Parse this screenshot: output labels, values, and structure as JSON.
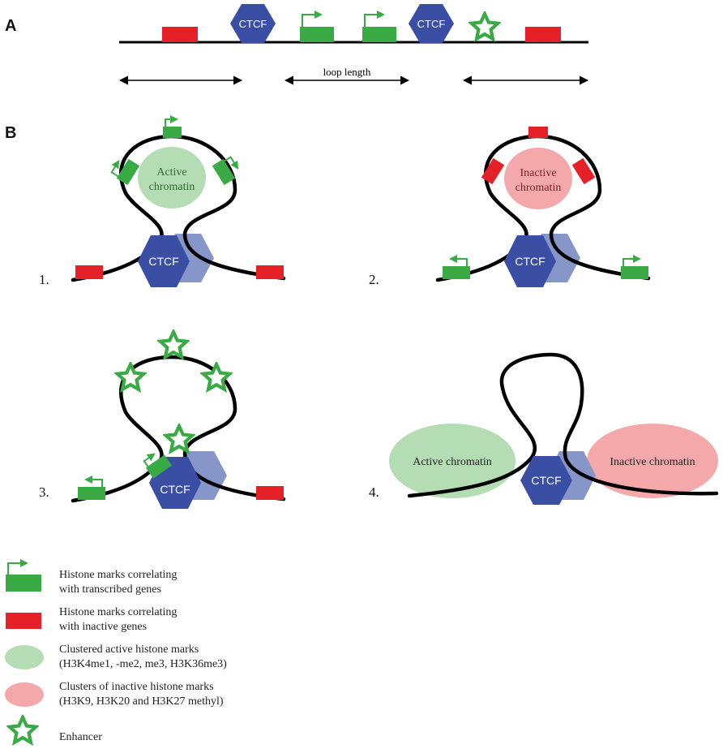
{
  "panels": {
    "a": "A",
    "b": "B"
  },
  "labels": {
    "ctcf": "CTCF",
    "loop_length": "loop length",
    "active_chromatin_l1": "Active",
    "active_chromatin_l2": "chromatin",
    "inactive_chromatin_l1": "Inactive",
    "inactive_chromatin_l2": "chromatin",
    "active_chromatin": "Active chromatin",
    "inactive_chromatin": "Inactive chromatin"
  },
  "scenarios": [
    "1.",
    "2.",
    "3.",
    "4."
  ],
  "legend": [
    {
      "line1": "Histone marks correlating",
      "line2": "with transcribed genes"
    },
    {
      "line1": "Histone marks correlating",
      "line2": "with inactive genes"
    },
    {
      "line1": "Clustered active histone marks",
      "line2": "(H3K4me1, -me2, me3, H3K36me3)"
    },
    {
      "line1": "Clusters of inactive histone marks",
      "line2": "(H3K9, H3K20 and H3K27 methyl)"
    },
    {
      "line1": "Enhancer",
      "line2": ""
    }
  ],
  "colors": {
    "ctcf_blue": "#3a4fa3",
    "ctcf_light": "#8796c9",
    "active_green": "#3aaa45",
    "inactive_red": "#e52026",
    "active_cluster": "#b4ddb4",
    "inactive_cluster": "#f5a8aa"
  }
}
